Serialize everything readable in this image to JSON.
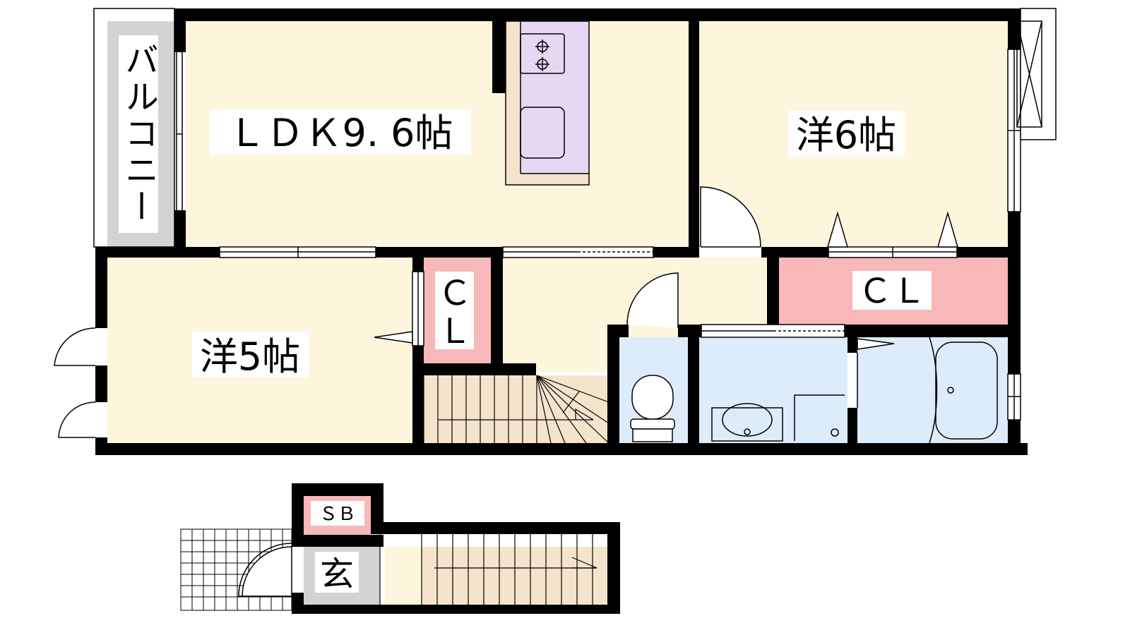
{
  "rooms": {
    "ldk": "ＬＤＫ9. 6帖",
    "western6": "洋6帖",
    "western5": "洋5帖",
    "balcony": "バルコニー",
    "closet_small_top": "Ｃ",
    "closet_small_bottom": "Ｌ",
    "closet_large": "ＣＬ",
    "shoebox": "ＳＢ",
    "entrance": "玄"
  },
  "colors": {
    "room_fill": "#fdf6dc",
    "closet_fill": "#f8b7b9",
    "wet_fill": "#dcecfb",
    "balcony_fill": "#d3d3d3",
    "kitchen_fill": "#e6d7f2",
    "stair_fill": "#f4e4cc",
    "entrance_fill": "#d3d3d3",
    "wall": "#000000"
  }
}
